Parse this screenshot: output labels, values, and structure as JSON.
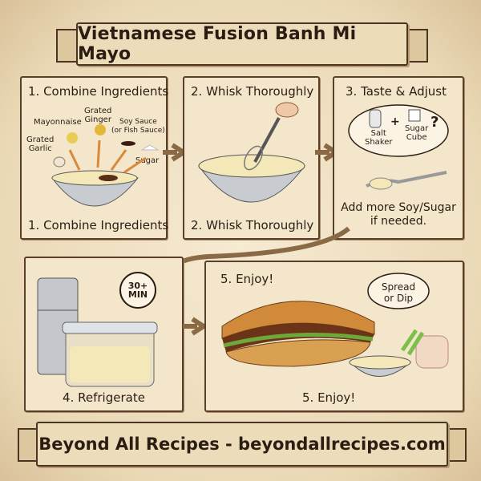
{
  "title": "Vietnamese Fusion Banh Mi Mayo",
  "steps": [
    {
      "heading": "1. Combine Ingredients",
      "caption": "1. Combine Ingredients",
      "labels": {
        "mayo": "Mayonnaise",
        "ginger": "Grated\nGinger",
        "garlic": "Grated\nGarlic",
        "soy": "Soy Sauce\n(or Fish Sauce)",
        "sugar": "Sugar"
      }
    },
    {
      "heading": "2. Whisk Thoroughly",
      "caption": "2. Whisk Thoroughly"
    },
    {
      "heading": "3. Taste & Adjust",
      "labels": {
        "salt": "Salt\nShaker",
        "plus": "+",
        "cube": "Sugar\nCube",
        "question": "?"
      },
      "caption": "Add more Soy/Sugar\nif needed."
    },
    {
      "timer": "30+\nMIN",
      "caption": "4. Refrigerate"
    },
    {
      "heading": "5. Enjoy!",
      "bubble": "Spread\nor Dip",
      "caption": "5. Enjoy!"
    }
  ],
  "footer": "Beyond All Recipes - beyondallrecipes.com",
  "colors": {
    "parchment": "#efe0c2",
    "ink": "#2b1d12",
    "border": "#5a3f2a",
    "mayo": "#f4e7b8",
    "arrow": "#8a6a45"
  }
}
